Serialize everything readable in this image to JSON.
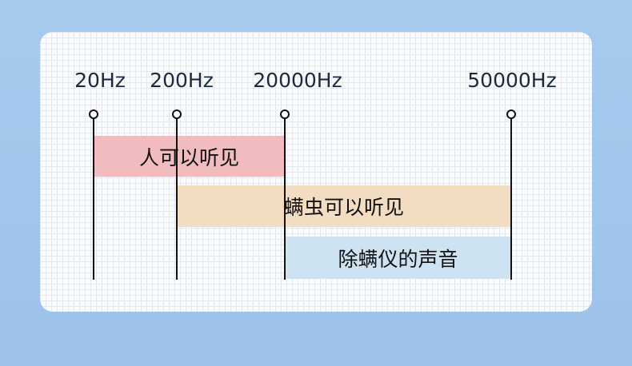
{
  "frequencies": [
    "20Hz",
    "200Hz",
    "20000Hz",
    "50000Hz"
  ],
  "bands": [
    {
      "label": "人可以听见",
      "color": "#f0bcbf"
    },
    {
      "label": "螨虫可以听见",
      "color": "#f2dcc2"
    },
    {
      "label": "除螨仪的声音",
      "color": "#cde3f2"
    }
  ]
}
